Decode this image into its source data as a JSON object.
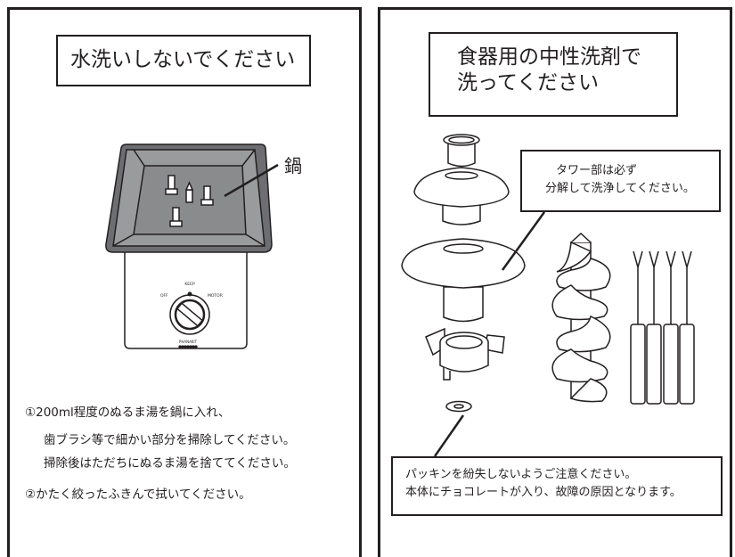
{
  "left_panel": {
    "title": "水洗いしないでください",
    "pot_label": "鍋",
    "dial": {
      "keep": "KEEP",
      "off": "OFF",
      "motor": "MOTOR",
      "brand": "PHANAKIT"
    },
    "instructions": [
      "①200ml程度のぬるま湯を鍋に入れ、",
      "歯ブラシ等で細かい部分を掃除してください。",
      "掃除後はただちにぬるま湯を捨ててください。",
      "②かたく絞ったふきんで拭いてください。"
    ]
  },
  "right_panel": {
    "title_lines": [
      "食器用の中性洗剤で",
      "洗ってください"
    ],
    "tower_note": [
      "タワー部は必ず",
      "分解して洗浄してください。"
    ],
    "gasket_note": [
      "パッキンを紛失しないようご注意ください。",
      "本体にチョコレートが入り、故障の原因となります。"
    ]
  }
}
